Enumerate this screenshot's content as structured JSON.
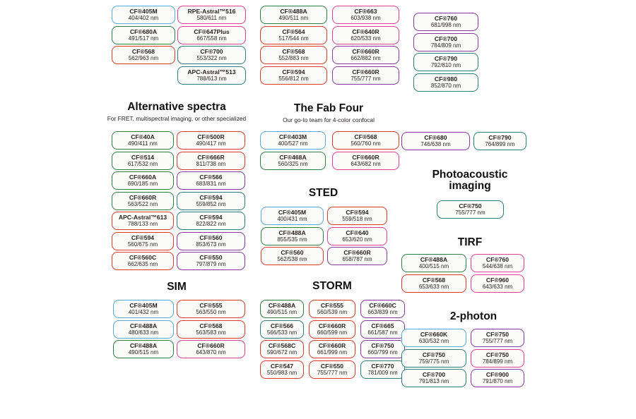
{
  "colors": {
    "blue": "#56a9dc",
    "green": "#2f7d42",
    "red": "#d93a2b",
    "pink": "#e23e8f",
    "teal": "#2b7f77",
    "purple": "#86399e",
    "text": "#231f20"
  },
  "top": {
    "col1": [
      {
        "n": "CF®405M",
        "v": "404/402 nm",
        "c": "blue"
      },
      {
        "n": "CF®680A",
        "v": "491/517 nm",
        "c": "green"
      },
      {
        "n": "CF®568",
        "v": "562/963 nm",
        "c": "red"
      }
    ],
    "col2": [
      {
        "n": "RPE-Astral™516",
        "v": "580/611 nm",
        "c": "pink"
      },
      {
        "n": "CF®647Plus",
        "v": "667/558 nm",
        "c": "pink"
      },
      {
        "n": "CF®700",
        "v": "553/322 nm",
        "c": "teal"
      },
      {
        "n": "APC-Astral™513",
        "v": "788/613 nm",
        "c": "teal"
      }
    ],
    "col3": [
      {
        "n": "CF®488A",
        "v": "490/511 nm",
        "c": "green"
      },
      {
        "n": "CF®564",
        "v": "517/544 nm",
        "c": "red"
      },
      {
        "n": "CF®568",
        "v": "552/883 nm",
        "c": "red"
      },
      {
        "n": "CF®594",
        "v": "556/812 nm",
        "c": "red"
      }
    ],
    "col4": [
      {
        "n": "CF®663",
        "v": "603/938 nm",
        "c": "pink"
      },
      {
        "n": "CF®640R",
        "v": "620/533 nm",
        "c": "pink"
      },
      {
        "n": "CF®660R",
        "v": "662/882 nm",
        "c": "purple"
      },
      {
        "n": "CF®660R",
        "v": "755/777 nm",
        "c": "purple"
      }
    ],
    "col5": [
      {
        "n": "CF®760",
        "v": "681/998 nm",
        "c": "purple"
      },
      {
        "n": "CF®700",
        "v": "784/809 nm",
        "c": "purple"
      },
      {
        "n": "CF®790",
        "v": "792/810 nm",
        "c": "teal"
      },
      {
        "n": "CF®980",
        "v": "852/870 nm",
        "c": "teal"
      }
    ]
  },
  "alternative": {
    "title": "Alternative spectra",
    "subtitle": "For FRET, multispectral imaging, or other specialized",
    "colL": [
      {
        "n": "CF®40A",
        "v": "490/411 nm",
        "c": "green"
      },
      {
        "n": "CF®514",
        "v": "617/532 nm",
        "c": "green"
      },
      {
        "n": "CF®660A",
        "v": "690/185 nm",
        "c": "green"
      },
      {
        "n": "CF®660R",
        "v": "563/522 nm",
        "c": "green"
      },
      {
        "n": "APC-Astral™613",
        "v": "788/133 nm",
        "c": "red"
      },
      {
        "n": "CF®594",
        "v": "560/675 nm",
        "c": "red"
      },
      {
        "n": "CF®560C",
        "v": "662/635 nm",
        "c": "red"
      }
    ],
    "colR": [
      {
        "n": "CF®500R",
        "v": "490/417 nm",
        "c": "red"
      },
      {
        "n": "CF®666R",
        "v": "811/738 nm",
        "c": "red"
      },
      {
        "n": "CF®566",
        "v": "683/831 nm",
        "c": "purple"
      },
      {
        "n": "CF®594",
        "v": "559/852 nm",
        "c": "teal"
      },
      {
        "n": "CF®594",
        "v": "822/822 nm",
        "c": "teal"
      },
      {
        "n": "CF®560",
        "v": "853/673 nm",
        "c": "purple"
      },
      {
        "n": "CF®550",
        "v": "797/879 nm",
        "c": "purple"
      }
    ]
  },
  "fab": {
    "title": "The Fab Four",
    "subtitle": "Our go-to team for 4-color confocal",
    "colL": [
      {
        "n": "CF®403M",
        "v": "400/527 nm",
        "c": "blue"
      },
      {
        "n": "CF®468A",
        "v": "560/325 nm",
        "c": "green"
      }
    ],
    "colR": [
      {
        "n": "CF®568",
        "v": "560/760 nm",
        "c": "red"
      },
      {
        "n": "CF®660R",
        "v": "643/682 nm",
        "c": "pink"
      }
    ]
  },
  "sted": {
    "title": "STED",
    "colL": [
      {
        "n": "CF®405M",
        "v": "400/431 nm",
        "c": "blue"
      },
      {
        "n": "CF®488A",
        "v": "855/535 nm",
        "c": "green"
      },
      {
        "n": "CF®560",
        "v": "562/538 nm",
        "c": "red"
      }
    ],
    "colR": [
      {
        "n": "CF®594",
        "v": "559/518 nm",
        "c": "red"
      },
      {
        "n": "CF®640",
        "v": "653/620 nm",
        "c": "pink"
      },
      {
        "n": "CF®660R",
        "v": "658/787 nm",
        "c": "purple"
      }
    ]
  },
  "sim": {
    "title": "SIM",
    "colL": [
      {
        "n": "CF®405M",
        "v": "401/432 nm",
        "c": "blue"
      },
      {
        "n": "CF®488A",
        "v": "480/633 nm",
        "c": "blue"
      },
      {
        "n": "CF®488A",
        "v": "490/515 nm",
        "c": "green"
      }
    ],
    "colR": [
      {
        "n": "CF®555",
        "v": "563/550 nm",
        "c": "red"
      },
      {
        "n": "CF®568",
        "v": "563/583 nm",
        "c": "red"
      },
      {
        "n": "CF®660R",
        "v": "643/870 nm",
        "c": "pink"
      }
    ]
  },
  "storm": {
    "title": "STORM",
    "col1": [
      {
        "n": "CF®488A",
        "v": "490/515 nm",
        "c": "green"
      },
      {
        "n": "CF®566",
        "v": "566/533 nm",
        "c": "teal"
      },
      {
        "n": "CF®568C",
        "v": "590/672 nm",
        "c": "red"
      },
      {
        "n": "CF®547",
        "v": "550/983 nm",
        "c": "red"
      }
    ],
    "col2": [
      {
        "n": "CF®555",
        "v": "560/539 nm",
        "c": "red"
      },
      {
        "n": "CF®660R",
        "v": "660/599 nm",
        "c": "red"
      },
      {
        "n": "CF®660R",
        "v": "661/999 nm",
        "c": "red"
      },
      {
        "n": "CF®550",
        "v": "755/777 nm",
        "c": "red"
      }
    ],
    "col3": [
      {
        "n": "CF®660C",
        "v": "663/839 nm",
        "c": "purple"
      },
      {
        "n": "CF®665",
        "v": "661/587 nm",
        "c": "purple"
      },
      {
        "n": "CF®750",
        "v": "660/799 nm",
        "c": "purple"
      },
      {
        "n": "CF®770",
        "v": "781/009 nm",
        "c": "teal"
      }
    ]
  },
  "right_pair": {
    "b1": [
      {
        "n": "CF®680",
        "v": "746/638 nm",
        "c": "purple"
      }
    ],
    "b2": [
      {
        "n": "CF®790",
        "v": "764/899 nm",
        "c": "teal"
      }
    ]
  },
  "photoacoustic": {
    "title": "Photoacoustic imaging",
    "badges": [
      {
        "n": "CF®750",
        "v": "755/777 nm",
        "c": "teal"
      }
    ]
  },
  "tirf": {
    "title": "TIRF",
    "colL": [
      {
        "n": "CF®488A",
        "v": "400/515 nm",
        "c": "green"
      },
      {
        "n": "CF®568",
        "v": "653/633 nm",
        "c": "red"
      }
    ],
    "colR": [
      {
        "n": "CF®760",
        "v": "544/638 nm",
        "c": "pink"
      },
      {
        "n": "CF®960",
        "v": "643/633 nm",
        "c": "pink"
      }
    ]
  },
  "twophoton": {
    "title": "2-photon",
    "colL": [
      {
        "n": "CF®660K",
        "v": "630/532 nm",
        "c": "blue"
      },
      {
        "n": "CF®750",
        "v": "759/775 nm",
        "c": "teal"
      },
      {
        "n": "CF®700",
        "v": "791/813 nm",
        "c": "teal"
      }
    ],
    "colR": [
      {
        "n": "CF®750",
        "v": "755/777 nm",
        "c": "purple"
      },
      {
        "n": "CF®750",
        "v": "784/899 nm",
        "c": "pink"
      },
      {
        "n": "CF®900",
        "v": "791/870 nm",
        "c": "purple"
      }
    ]
  }
}
